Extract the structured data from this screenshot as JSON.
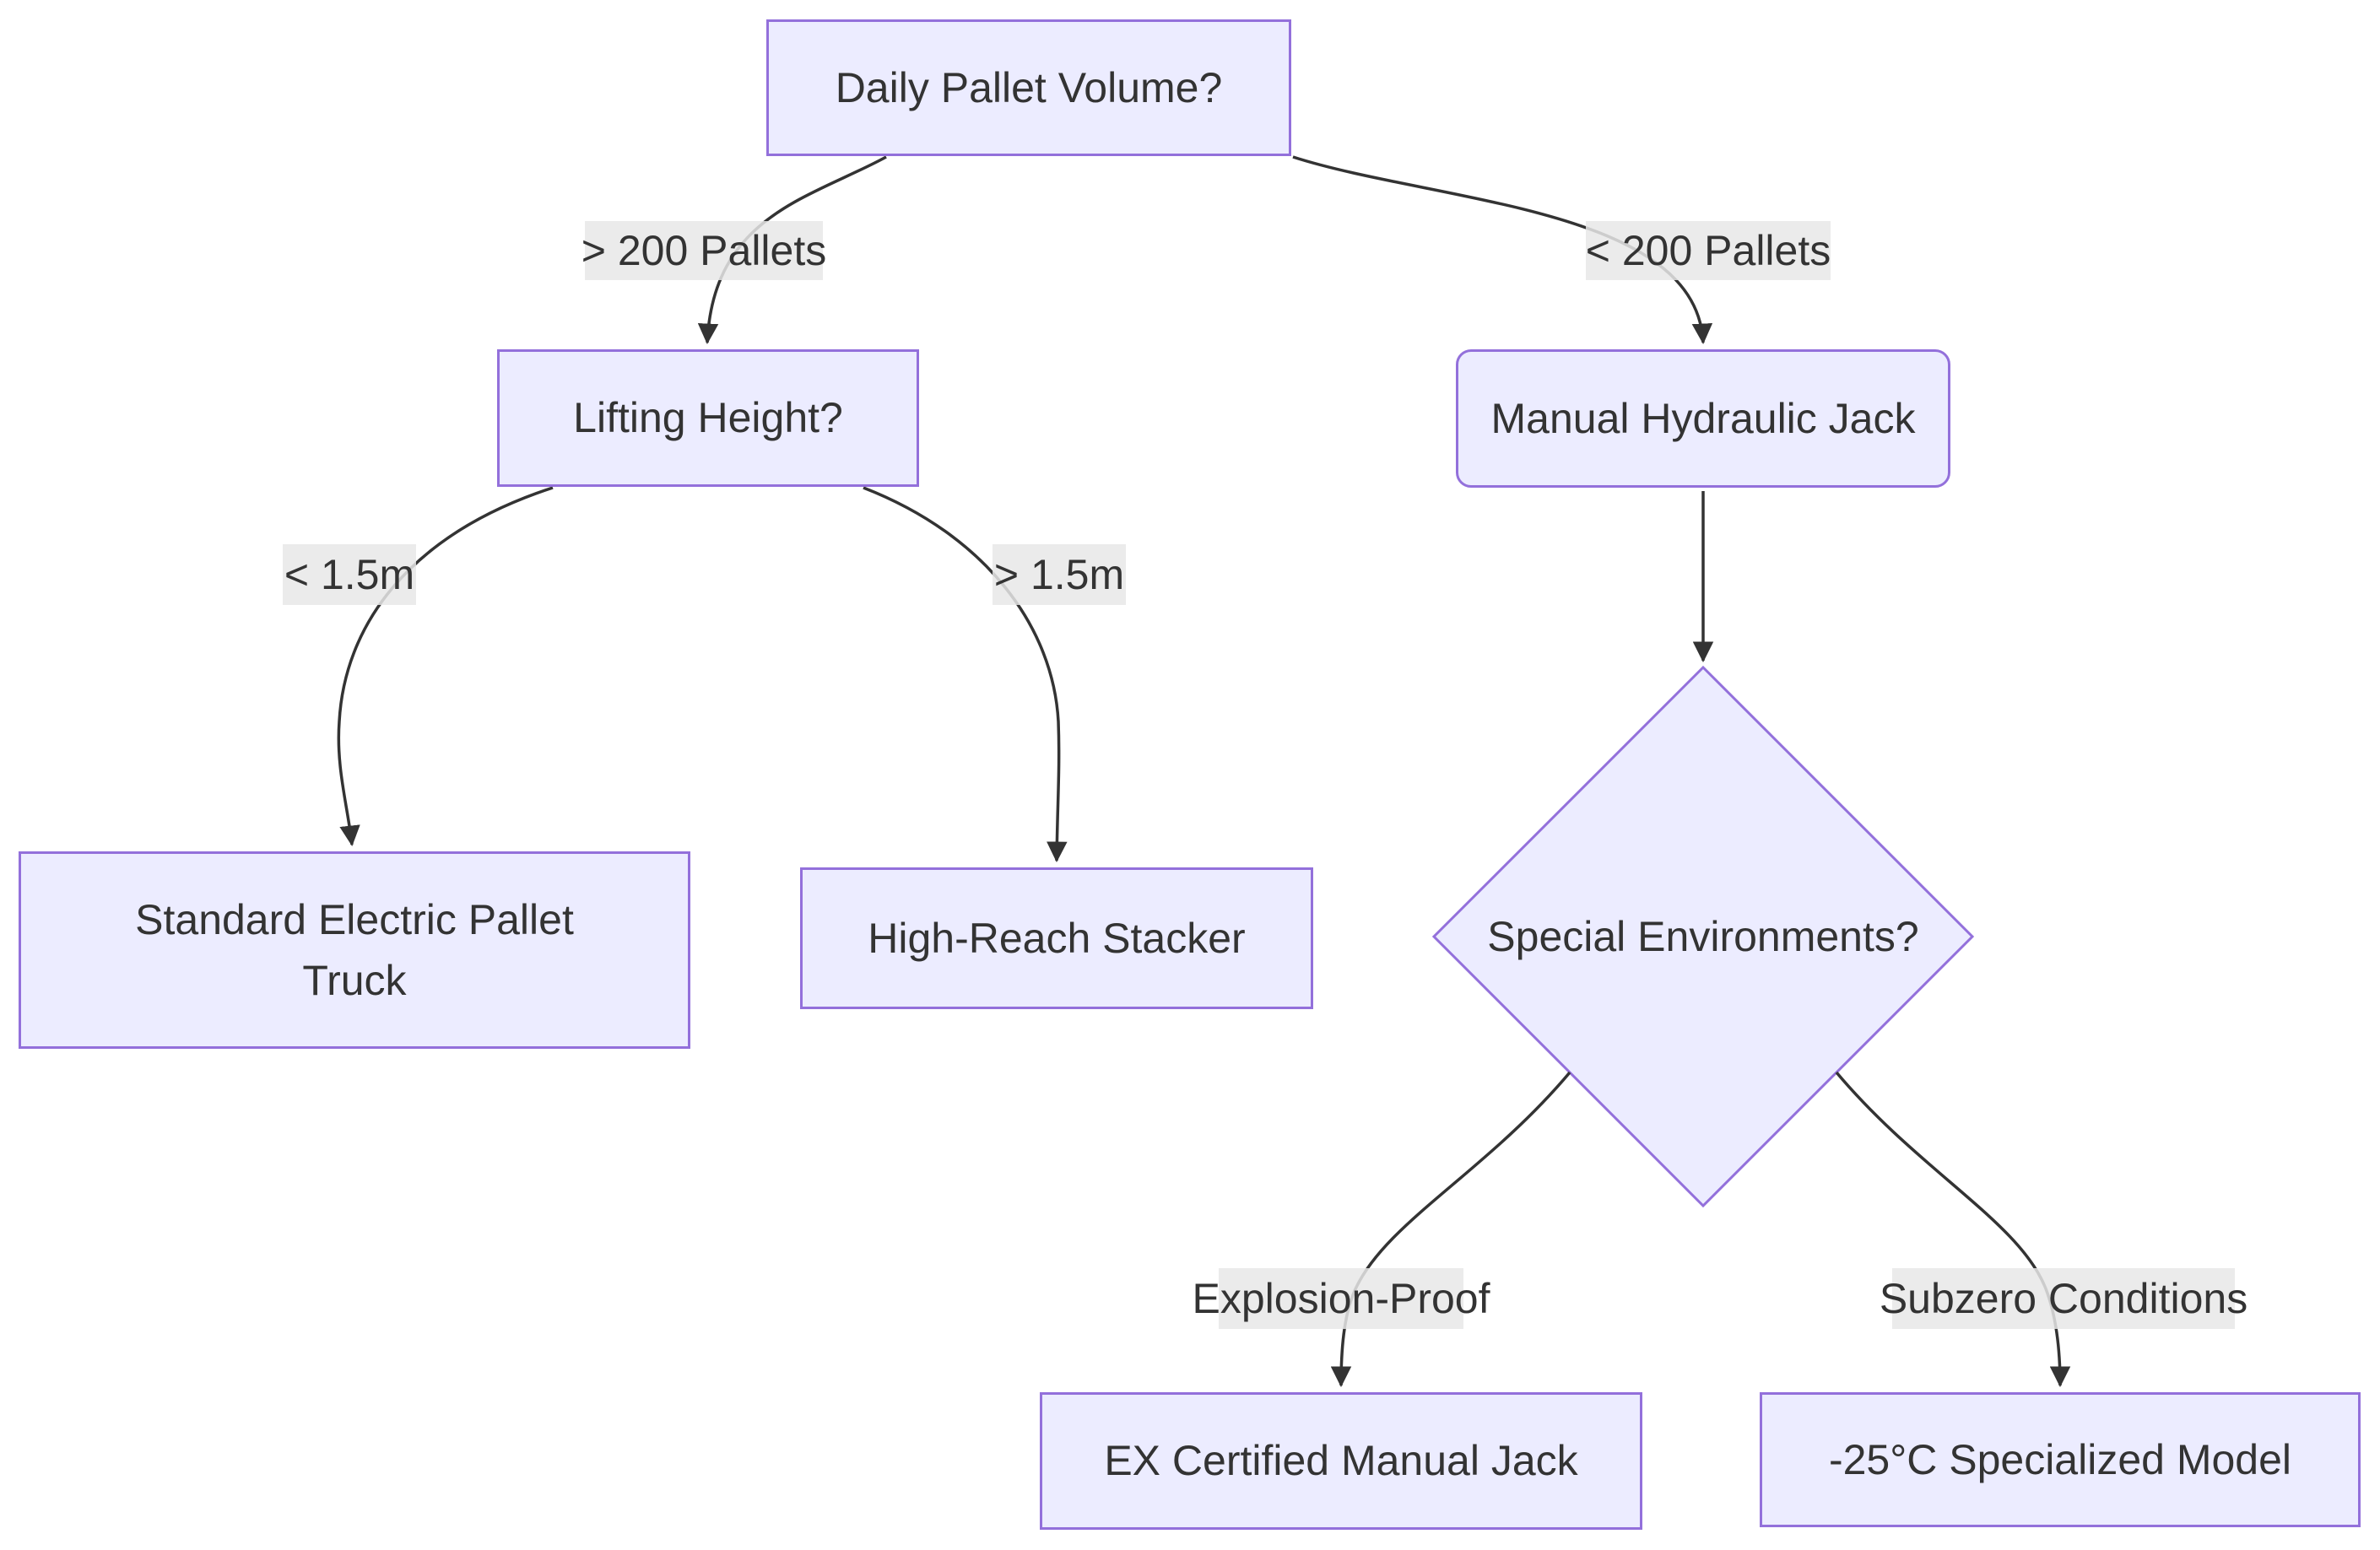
{
  "diagram": {
    "type": "flowchart",
    "direction": "top-down",
    "colors": {
      "node_fill": "#ECECFF",
      "node_border": "#9370DB",
      "edge_color": "#333333",
      "label_bg": "rgba(232,232,232,0.85)",
      "text_color": "#333333",
      "background": "#FFFFFF"
    },
    "nodes": [
      {
        "id": "A",
        "shape": "rectangle",
        "label": "Daily Pallet Volume?"
      },
      {
        "id": "B",
        "shape": "rectangle",
        "label": "Lifting Height?"
      },
      {
        "id": "C",
        "shape": "rounded-rectangle",
        "label": "Manual Hydraulic Jack"
      },
      {
        "id": "D",
        "shape": "rectangle",
        "label": "Standard Electric Pallet Truck",
        "lines": [
          "Standard Electric Pallet",
          "Truck"
        ]
      },
      {
        "id": "E",
        "shape": "rectangle",
        "label": "High-Reach Stacker"
      },
      {
        "id": "F",
        "shape": "diamond",
        "label": "Special Environments?"
      },
      {
        "id": "G",
        "shape": "rectangle",
        "label": "EX Certified Manual Jack"
      },
      {
        "id": "H",
        "shape": "rectangle",
        "label": "-25°C Specialized Model"
      }
    ],
    "edges": [
      {
        "from": "A",
        "to": "B",
        "label": "> 200 Pallets"
      },
      {
        "from": "A",
        "to": "C",
        "label": "< 200 Pallets"
      },
      {
        "from": "B",
        "to": "D",
        "label": "< 1.5m"
      },
      {
        "from": "B",
        "to": "E",
        "label": "> 1.5m"
      },
      {
        "from": "C",
        "to": "F",
        "label": ""
      },
      {
        "from": "F",
        "to": "G",
        "label": "Explosion-Proof"
      },
      {
        "from": "F",
        "to": "H",
        "label": "Subzero Conditions"
      }
    ]
  }
}
